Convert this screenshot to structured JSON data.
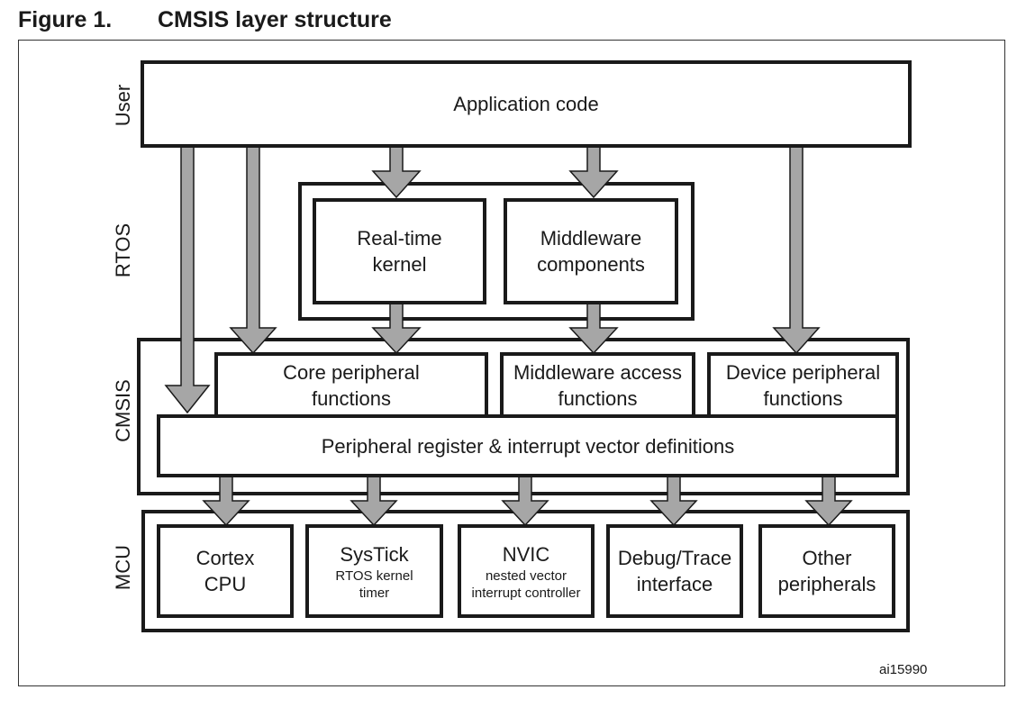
{
  "figure": {
    "number": "Figure 1.",
    "title": "CMSIS layer structure",
    "id": "ai15990"
  },
  "layers": {
    "user": "User",
    "rtos": "RTOS",
    "cmsis": "CMSIS",
    "mcu": "MCU"
  },
  "blocks": {
    "application": "Application code",
    "realtime_kernel": [
      "Real-time",
      "kernel"
    ],
    "middleware_components": [
      "Middleware",
      "components"
    ],
    "core_peripheral": [
      "Core peripheral",
      "functions"
    ],
    "middleware_access": [
      "Middleware access",
      "functions"
    ],
    "device_peripheral": [
      "Device peripheral",
      "functions"
    ],
    "peripheral_register": "Peripheral register & interrupt vector definitions",
    "cortex_cpu": [
      "Cortex",
      "CPU"
    ],
    "systick": {
      "title": "SysTick",
      "sub": [
        "RTOS kernel",
        "timer"
      ]
    },
    "nvic": {
      "title": "NVIC",
      "sub": [
        "nested vector",
        "interrupt controller"
      ]
    },
    "debug_trace": [
      "Debug/Trace",
      "interface"
    ],
    "other_peripherals": [
      "Other",
      "peripherals"
    ]
  },
  "colors": {
    "arrow_fill": "#a6a6a6",
    "border": "#1a1a1a"
  }
}
